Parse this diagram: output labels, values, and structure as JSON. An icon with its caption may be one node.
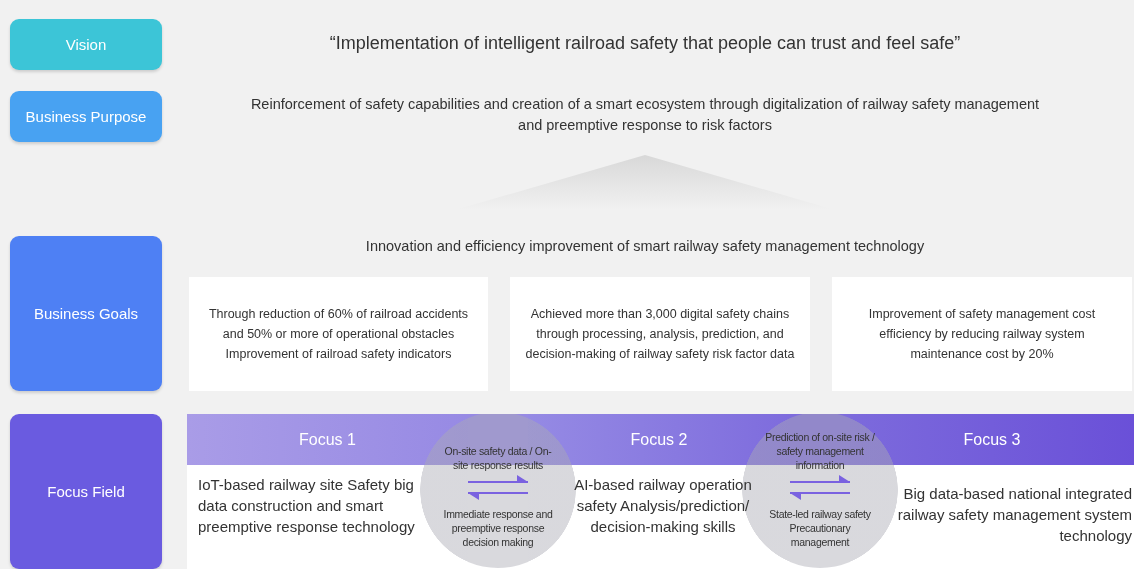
{
  "diagram": {
    "nodes": [
      {
        "text": [
          "Vision"
        ]
      },
      {
        "text": [
          "Business Purpose"
        ]
      },
      {
        "text": [],
        "shape": "triangle"
      },
      {
        "text": [
          "Business Goals"
        ]
      },
      {
        "text": [
          "Through reduction of 60% of railroad accidents and 50% or more of operational obstacles Improvement of railroad safety indicators"
        ]
      },
      {
        "text": [
          "Achieved more than 3,000 digital safety chains through processing, analysis, prediction, and decision-making of railway safety risk factor data"
        ]
      },
      {
        "text": [
          "Improvement of safety management cost efficiency by reducing railway system maintenance cost by 20%"
        ]
      },
      {
        "text": [
          "Focus Field"
        ]
      },
      {
        "text": [
          "Focus 1",
          "IoT-based railway site Safety big data construction and smart preemptive response technology"
        ]
      },
      {
        "text": [
          "Focus 2",
          "AI-based railway operation safety Analysis/prediction/ decision-making skills"
        ]
      },
      {
        "text": [
          "Focus 3",
          "Big data-based national integrated railway safety management system technology"
        ]
      }
    ],
    "edges": [
      {
        "from": 8,
        "to": 9,
        "arrow": "to",
        "label": "On-site safety data / On-site response results"
      },
      {
        "from": 9,
        "to": 8,
        "arrow": "to",
        "label": "Immediate response and preemptive response decision making"
      },
      {
        "from": 9,
        "to": 10,
        "arrow": "to",
        "label": "Prediction of on-site risk / safety management information"
      },
      {
        "from": 10,
        "to": 9,
        "arrow": "to",
        "label": "State-led railway safety Precautionary management"
      }
    ],
    "labels": [
      "“Implementation of intelligent railroad safety that people can trust and feel safe”",
      "Reinforcement of safety capabilities and creation of a smart ecosystem through digitalization of railway safety management and preemptive response to risk factors",
      "Innovation and efficiency improvement of smart railway safety management technology"
    ]
  }
}
